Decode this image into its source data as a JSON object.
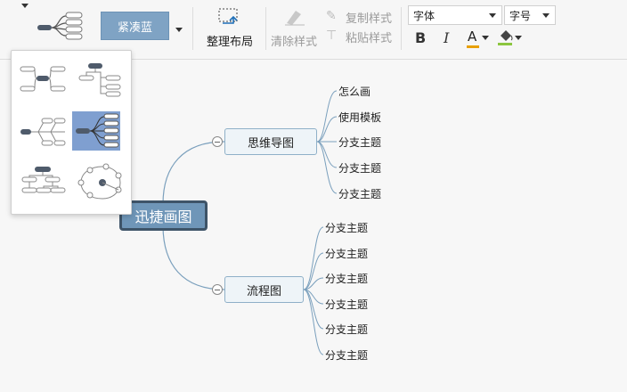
{
  "toolbar": {
    "theme_label": "紧凑蓝",
    "arrange_label": "整理布局",
    "clear_style_label": "清除样式",
    "copy_style_label": "复制样式",
    "paste_style_label": "粘贴样式",
    "font_select_value": "字体",
    "size_select_value": "字号",
    "bold_label": "B",
    "italic_label": "I",
    "font_color_label": "A",
    "font_color": "#e8a000",
    "highlight_color": "#8cc63f",
    "theme_color": "#7fa3c4"
  },
  "mindmap": {
    "root": "迅捷画图",
    "branches": [
      {
        "label": "思维导图",
        "children": [
          "怎么画",
          "使用模板",
          "分支主题",
          "分支主题",
          "分支主题"
        ]
      },
      {
        "label": "流程图",
        "children": [
          "分支主题",
          "分支主题",
          "分支主题",
          "分支主题",
          "分支主题",
          "分支主题"
        ]
      }
    ]
  },
  "layout_panel": {
    "selected_index": 3,
    "options": [
      "mindmap-layout-icon",
      "org-right-layout-icon",
      "fishbone-layout-icon",
      "right-tree-layout-icon",
      "org-down-layout-icon",
      "circle-layout-icon"
    ]
  }
}
